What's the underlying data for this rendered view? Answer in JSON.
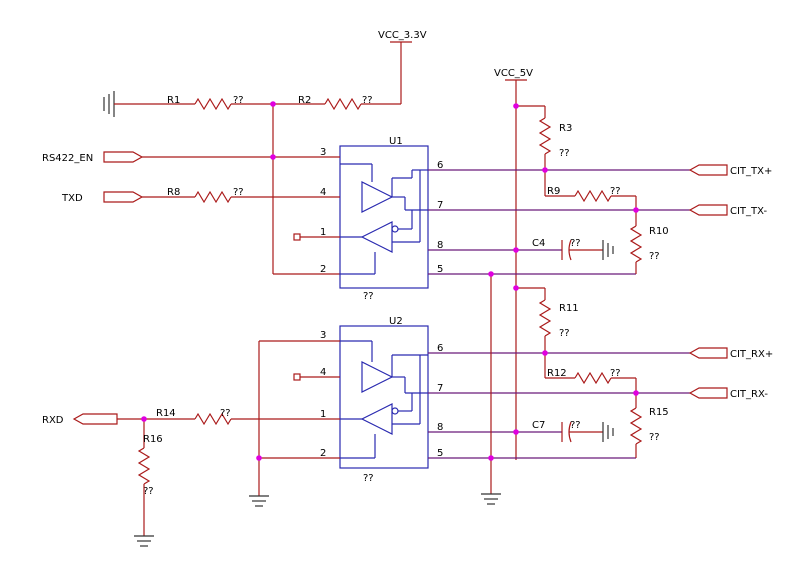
{
  "power": {
    "vcc33": "VCC_3.3V",
    "vcc5": "VCC_5V"
  },
  "ports": {
    "rs422_en": "RS422_EN",
    "txd": "TXD",
    "rxd": "RXD",
    "cit_tx_p": "CIT_TX+",
    "cit_tx_n": "CIT_TX-",
    "cit_rx_p": "CIT_RX+",
    "cit_rx_n": "CIT_RX-"
  },
  "components": {
    "R1": {
      "ref": "R1",
      "value": "??"
    },
    "R2": {
      "ref": "R2",
      "value": "??"
    },
    "R3": {
      "ref": "R3",
      "value": "??"
    },
    "R8": {
      "ref": "R8",
      "value": "??"
    },
    "R9": {
      "ref": "R9",
      "value": "??"
    },
    "R10": {
      "ref": "R10",
      "value": "??"
    },
    "R11": {
      "ref": "R11",
      "value": "??"
    },
    "R12": {
      "ref": "R12",
      "value": "??"
    },
    "R14": {
      "ref": "R14",
      "value": "??"
    },
    "R15": {
      "ref": "R15",
      "value": "??"
    },
    "R16": {
      "ref": "R16",
      "value": "??"
    },
    "C4": {
      "ref": "C4",
      "value": "??"
    },
    "C7": {
      "ref": "C7",
      "value": "??"
    },
    "U1": {
      "ref": "U1",
      "value": "??"
    },
    "U2": {
      "ref": "U2",
      "value": "??"
    }
  },
  "pins": {
    "u1": [
      "3",
      "4",
      "1",
      "2",
      "6",
      "7",
      "8",
      "5"
    ],
    "u2": [
      "3",
      "4",
      "1",
      "2",
      "6",
      "7",
      "8",
      "5"
    ]
  }
}
